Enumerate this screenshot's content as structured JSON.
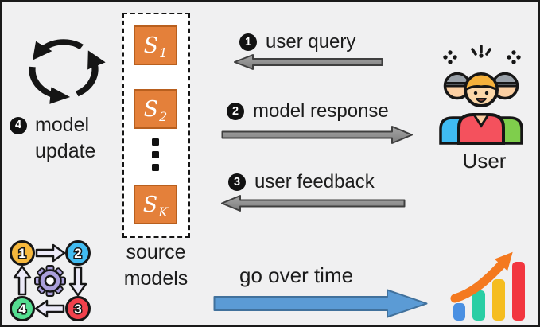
{
  "diagram": {
    "model_update": {
      "num": "4",
      "line1": "model",
      "line2": "update"
    },
    "source_models": {
      "caption_line1": "source",
      "caption_line2": "models",
      "ellipsis": "⋮",
      "models": [
        {
          "base": "S",
          "sub": "1"
        },
        {
          "base": "S",
          "sub": "2"
        },
        {
          "base": "S",
          "sub": "K"
        }
      ]
    },
    "flows": [
      {
        "num": "1",
        "label": "user query",
        "direction": "left"
      },
      {
        "num": "2",
        "label": "model response",
        "direction": "right"
      },
      {
        "num": "3",
        "label": "user feedback",
        "direction": "left"
      }
    ],
    "user": {
      "label": "User"
    },
    "timeline": {
      "label": "go over time",
      "direction": "right"
    },
    "icons": {
      "model_update": "cycle-arrows-icon",
      "bottom_left": "numbered-cycle-gear-icon",
      "user": "user-group-icon",
      "bottom_right": "growth-chart-icon"
    },
    "colors": {
      "background": "#f0f0f1",
      "source_box": "#e4803a",
      "source_box_border": "#b85f1e",
      "arrow_gray": "#8e8e8e",
      "arrow_gray_border": "#3f3f3f",
      "arrow_blue": "#5b9bd5",
      "arrow_blue_border": "#41719c",
      "text": "#1c1c1c"
    }
  }
}
